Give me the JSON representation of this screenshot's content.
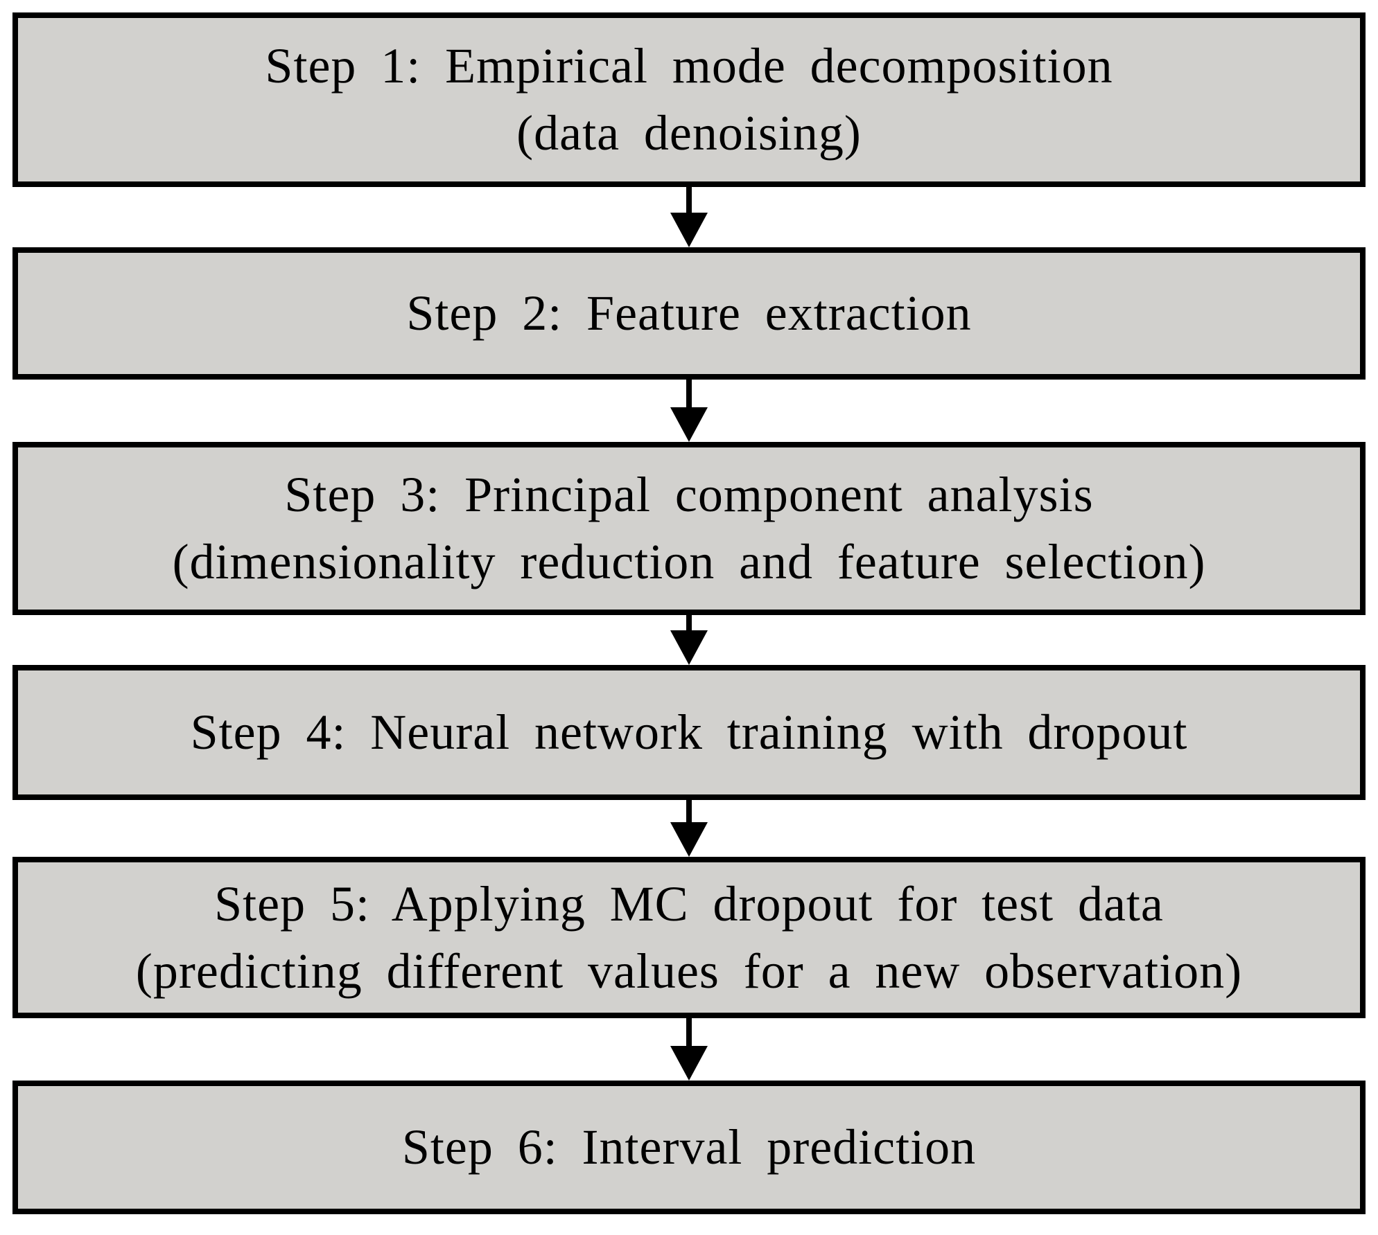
{
  "diagram": {
    "type": "flowchart",
    "direction": "top-to-bottom",
    "colors": {
      "box_fill": "#d2d1ce",
      "box_border": "#000000",
      "text": "#000000",
      "background": "#ffffff"
    },
    "steps": [
      {
        "line1": "Step 1: Empirical mode decomposition",
        "line2": "(data denoising)"
      },
      {
        "line1": "Step 2: Feature extraction"
      },
      {
        "line1": "Step 3: Principal component analysis",
        "line2": "(dimensionality reduction and feature selection)"
      },
      {
        "line1": "Step 4: Neural network training with dropout"
      },
      {
        "line1": "Step 5: Applying MC dropout for test data",
        "line2": "(predicting different values for a new observation)"
      },
      {
        "line1": "Step 6: Interval prediction"
      }
    ],
    "connector": "down-arrow"
  }
}
